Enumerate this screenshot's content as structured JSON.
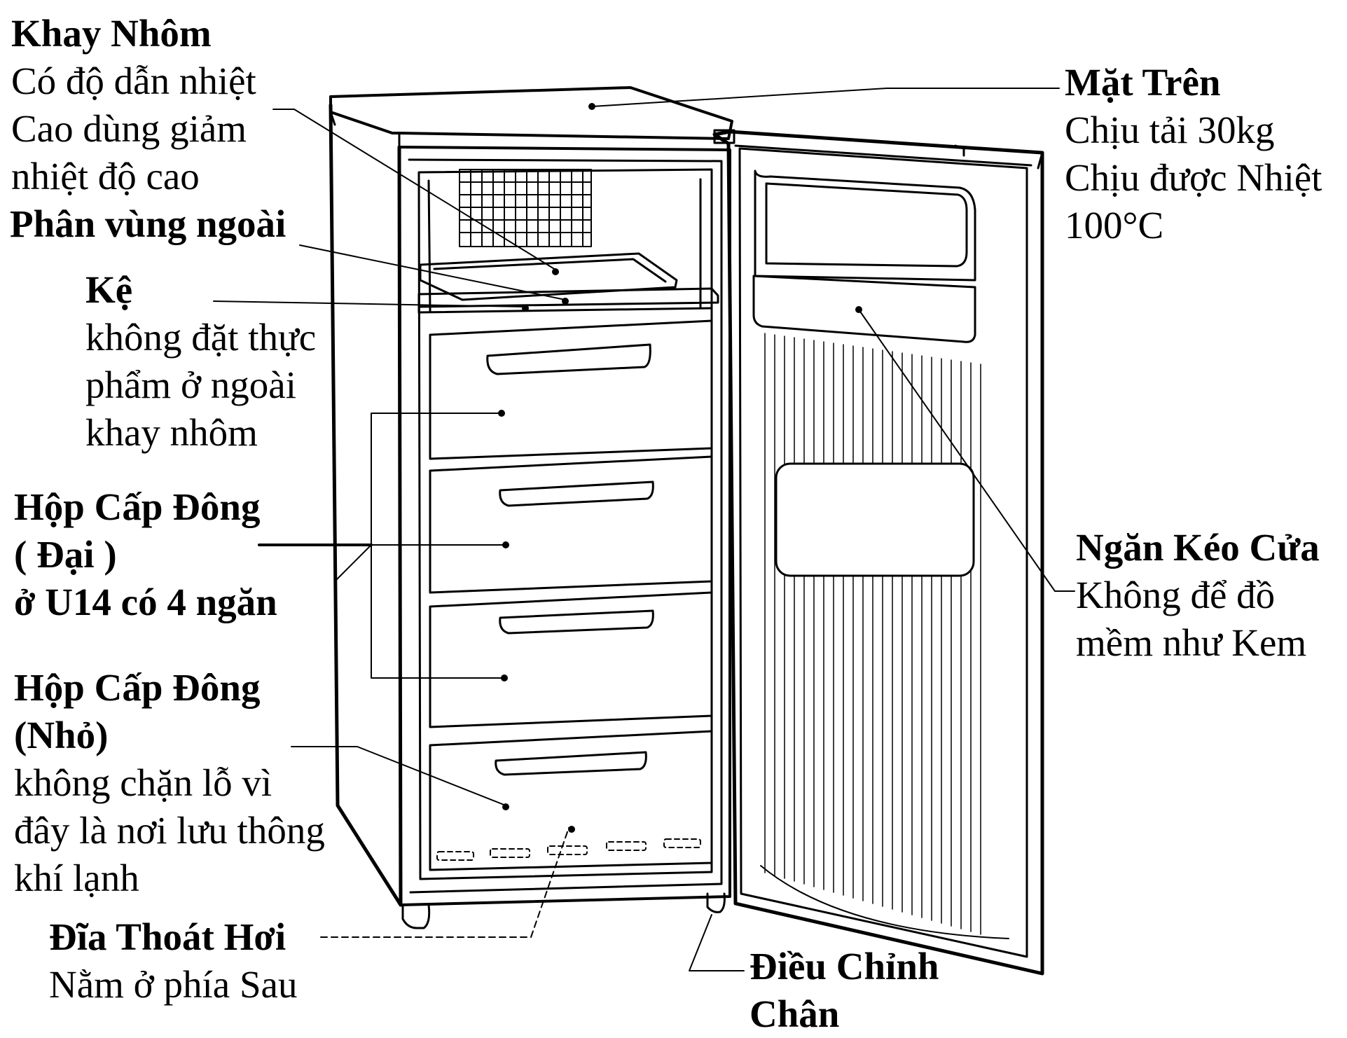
{
  "labels": {
    "khay_nhom": {
      "title": "Khay Nhôm",
      "desc": [
        "Có độ dẫn nhiệt",
        "Cao dùng giảm",
        "nhiệt độ cao"
      ]
    },
    "phan_vung_ngoai": {
      "title": "Phân vùng ngoài"
    },
    "ke": {
      "title": "Kệ",
      "desc": [
        "không đặt thực",
        "phẩm ở ngoài",
        "khay nhôm"
      ]
    },
    "hop_dai": {
      "title": [
        "Hộp Cấp Đông",
        "( Đại )",
        "ở U14 có 4 ngăn"
      ]
    },
    "hop_nho": {
      "title": [
        "Hộp Cấp Đông",
        "(Nhỏ)"
      ],
      "desc": [
        "không chặn lỗ vì",
        "đây là nơi lưu thông",
        "khí lạnh"
      ]
    },
    "dia_thoat_hoi": {
      "title": "Đĩa Thoát Hơi",
      "desc": [
        "Nằm ở phía Sau"
      ]
    },
    "dieu_chinh_chan": {
      "title": [
        "Điều Chỉnh",
        "Chân"
      ]
    },
    "mat_tren": {
      "title": "Mặt Trên",
      "desc": [
        "Chịu tải 30kg",
        "Chịu được Nhiệt",
        "100°C"
      ]
    },
    "ngan_keo_cua": {
      "title": "Ngăn Kéo Cửa",
      "desc": [
        "Không để đồ",
        "mềm như Kem"
      ]
    }
  }
}
